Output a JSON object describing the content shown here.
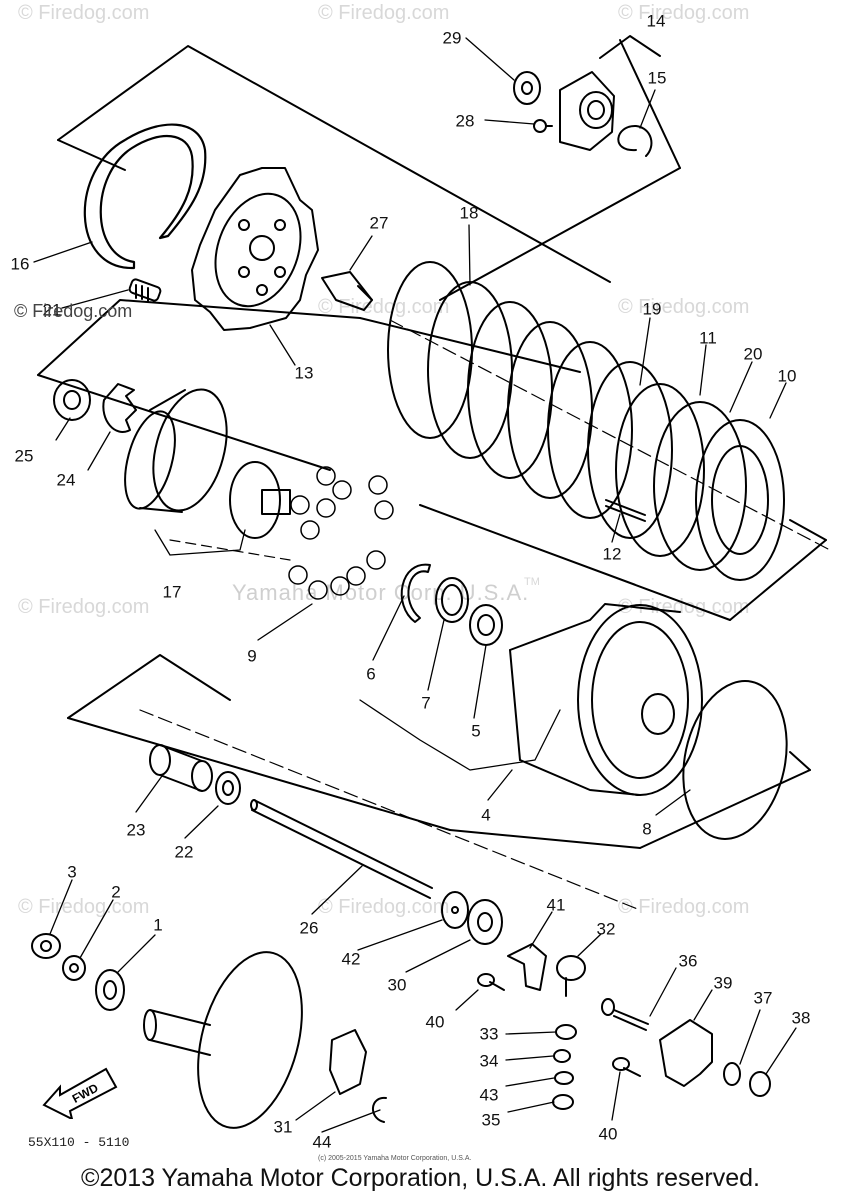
{
  "watermarks": {
    "corner": "© Firedog.com",
    "center": "Yamaha Motor Corp. U.S.A.",
    "center_tm": "TM",
    "dark": "© Firedog.com"
  },
  "callouts": {
    "c1": "1",
    "c2": "2",
    "c3": "3",
    "c4": "4",
    "c5": "5",
    "c6": "6",
    "c7": "7",
    "c8": "8",
    "c9": "9",
    "c10": "10",
    "c11": "11",
    "c12": "12",
    "c13": "13",
    "c14": "14",
    "c15": "15",
    "c16": "16",
    "c17": "17",
    "c18": "18",
    "c19": "19",
    "c20": "20",
    "c21": "21",
    "c22": "22",
    "c23": "23",
    "c24": "24",
    "c25": "25",
    "c26": "26",
    "c27": "27",
    "c28": "28",
    "c29": "29",
    "c30": "30",
    "c31": "31",
    "c32": "32",
    "c33": "33",
    "c34": "34",
    "c35": "35",
    "c36": "36",
    "c37": "37",
    "c38": "38",
    "c39": "39",
    "c40a": "40",
    "c40b": "40",
    "c41": "41",
    "c42": "42",
    "c43": "43",
    "c44": "44"
  },
  "fwd_label": "FWD",
  "part_code": "55X110 - 5110",
  "small_copyright": "(c) 2005-2015 Yamaha Motor Corporation, U.S.A.",
  "footer": "©2013 Yamaha Motor Corporation, U.S.A. All rights reserved."
}
